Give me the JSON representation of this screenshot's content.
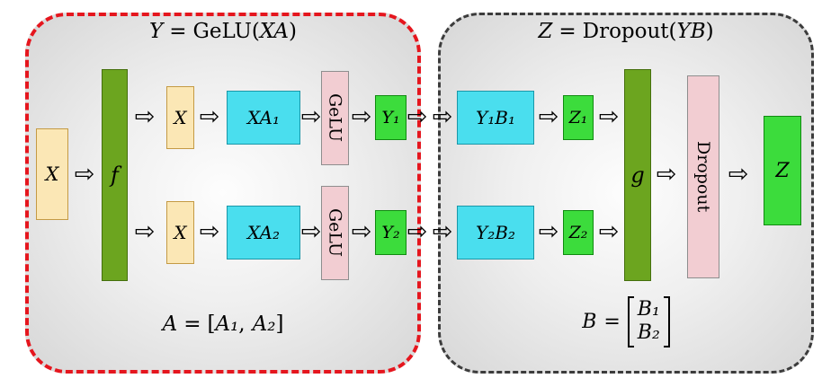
{
  "figure": {
    "left_panel": {
      "title": {
        "lhs": "Y",
        "eq": "=",
        "fn": "GeLU(",
        "arg": "XA",
        "close": ")"
      },
      "input_label": "X",
      "split_label": "f",
      "rows": [
        {
          "x_label": "X",
          "matmul_label": "XA₁",
          "act_label": "GeLU",
          "out_label": "Y₁"
        },
        {
          "x_label": "X",
          "matmul_label": "XA₂",
          "act_label": "GeLU",
          "out_label": "Y₂"
        }
      ],
      "formula": {
        "lhs": "A",
        "eq": "=",
        "open": "[",
        "a1": "A₁",
        "comma": ",",
        "a2": "A₂",
        "close": "]"
      }
    },
    "right_panel": {
      "title": {
        "lhs": "Z",
        "eq": "=",
        "fn": "Dropout(",
        "arg": "YB",
        "close": ")"
      },
      "rows": [
        {
          "matmul_label": "Y₁B₁",
          "out_label": "Z₁"
        },
        {
          "matmul_label": "Y₂B₂",
          "out_label": "Z₂"
        }
      ],
      "gather_label": "g",
      "dropout_label": "Dropout",
      "output_label": "Z",
      "formula": {
        "lhs": "B",
        "eq": "=",
        "b1": "B₁",
        "b2": "B₂"
      }
    },
    "icons": {
      "arrow_right": "⇨"
    },
    "colors": {
      "input_fill": "#fbe7b5",
      "matmul_fill": "#4adeee",
      "activation_fill": "#f2cdd2",
      "output_fill": "#3cdc3c",
      "reduce_bar_fill": "#6ca51f",
      "left_border": "#e5161e",
      "right_border": "#3c3c3c"
    }
  }
}
